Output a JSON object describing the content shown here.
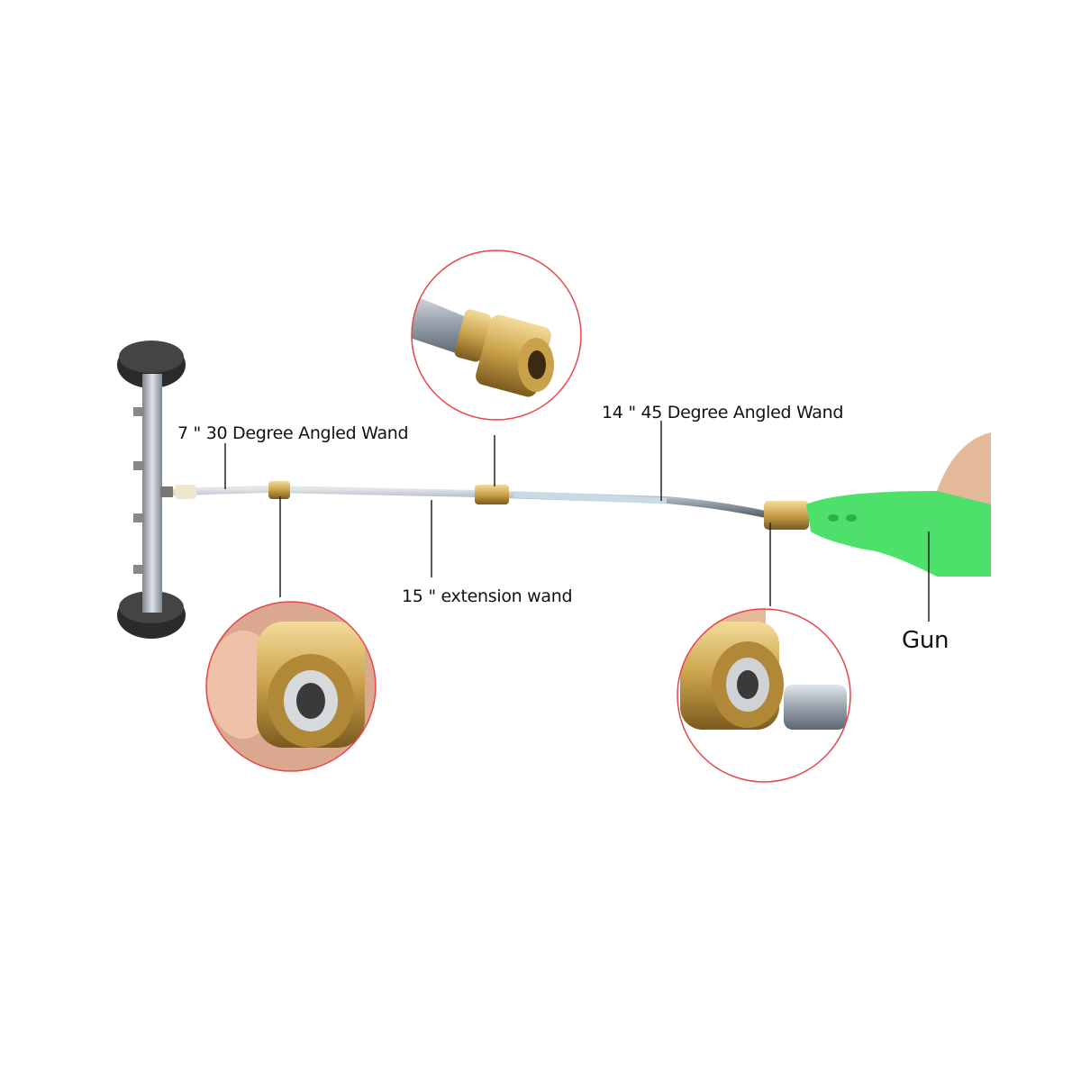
{
  "labels": {
    "wand_30": "7 \" 30 Degree Angled Wand",
    "wand_45": "14 \" 45 Degree Angled Wand",
    "extension": "15 \"  extension wand",
    "gun": "Gun"
  },
  "colors": {
    "callout_ring": "#e8454a",
    "brass": "#c9a14a",
    "gun_green": "#4de06a",
    "wand_steel": "#a9b6c2",
    "wheel": "#2b2b2b"
  }
}
